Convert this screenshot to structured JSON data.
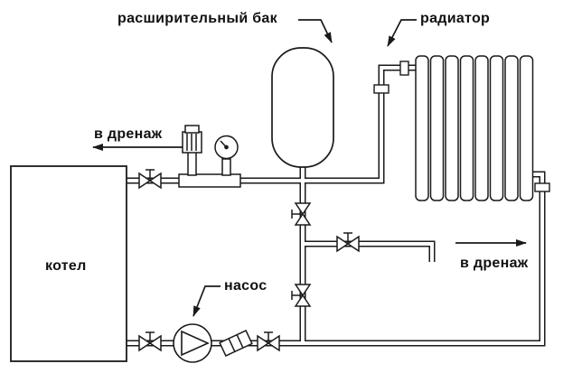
{
  "labels": {
    "expansion_tank": "расширительный бак",
    "radiator": "радиатор",
    "boiler": "котел",
    "drain_left": "в дренаж",
    "drain_right": "в дренаж",
    "pump": "насос"
  },
  "colors": {
    "line": "#1a1a1a",
    "background": "#ffffff"
  }
}
